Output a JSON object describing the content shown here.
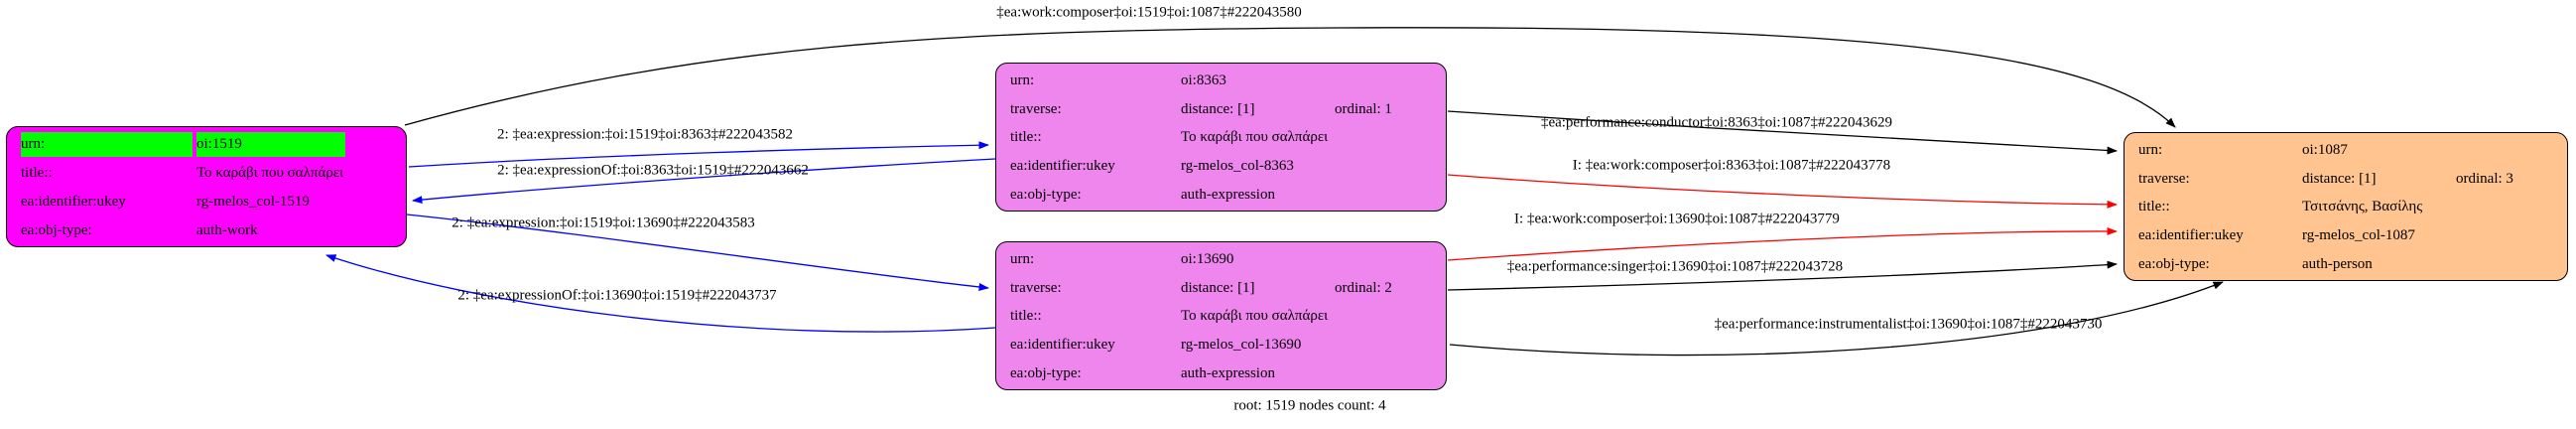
{
  "graph": {
    "footer": "root: 1519 nodes count: 4"
  },
  "colors": {
    "work_fill": "#ff00ff",
    "urn_row_fill": "#00ff00",
    "expression_fill": "#ee86ee",
    "person_fill": "#ffc48f",
    "edge_black": "#000000",
    "edge_blue": "#0000ff",
    "edge_red": "#ff0000"
  },
  "nodes": {
    "work_1519": {
      "fill": "#ff00ff",
      "urn_fill": "#00ff00",
      "rows": [
        {
          "key": "urn:",
          "value": "oi:1519"
        },
        {
          "key": "title::",
          "value": "Το καράβι που σαλπάρει"
        },
        {
          "key": "ea:identifier:ukey",
          "value": "rg-melos_col-1519"
        },
        {
          "key": "ea:obj-type:",
          "value": "auth-work"
        }
      ]
    },
    "expression_8363": {
      "fill": "#ee86ee",
      "rows": [
        {
          "key": "urn:",
          "value": "oi:8363"
        },
        {
          "key": "traverse:",
          "value": "distance: [1]",
          "value2": "ordinal: 1"
        },
        {
          "key": "title::",
          "value": "Το καράβι που σαλπάρει"
        },
        {
          "key": "ea:identifier:ukey",
          "value": "rg-melos_col-8363"
        },
        {
          "key": "ea:obj-type:",
          "value": "auth-expression"
        }
      ]
    },
    "expression_13690": {
      "fill": "#ee86ee",
      "rows": [
        {
          "key": "urn:",
          "value": "oi:13690"
        },
        {
          "key": "traverse:",
          "value": "distance: [1]",
          "value2": "ordinal: 2"
        },
        {
          "key": "title::",
          "value": "Το καράβι που σαλπάρει"
        },
        {
          "key": "ea:identifier:ukey",
          "value": "rg-melos_col-13690"
        },
        {
          "key": "ea:obj-type:",
          "value": "auth-expression"
        }
      ]
    },
    "person_1087": {
      "fill": "#ffc48f",
      "rows": [
        {
          "key": "urn:",
          "value": "oi:1087"
        },
        {
          "key": "traverse:",
          "value": "distance: [1]",
          "value2": "ordinal: 3"
        },
        {
          "key": "title::",
          "value": "Τσιτσάνης, Βασίλης"
        },
        {
          "key": "ea:identifier:ukey",
          "value": "rg-melos_col-1087"
        },
        {
          "key": "ea:obj-type:",
          "value": "auth-person"
        }
      ]
    }
  },
  "edges": [
    {
      "label": "‡ea:work:composer‡oi:1519‡oi:1087‡#222043580",
      "color": "#000000",
      "from": "oi:1519",
      "to": "oi:1087"
    },
    {
      "label": "2: ‡ea:expression:‡oi:1519‡oi:8363‡#222043582",
      "color": "#0000ff",
      "from": "oi:1519",
      "to": "oi:8363"
    },
    {
      "label": "2: ‡ea:expressionOf:‡oi:8363‡oi:1519‡#222043662",
      "color": "#0000ff",
      "from": "oi:8363",
      "to": "oi:1519"
    },
    {
      "label": "2: ‡ea:expression:‡oi:1519‡oi:13690‡#222043583",
      "color": "#0000ff",
      "from": "oi:1519",
      "to": "oi:13690"
    },
    {
      "label": "2: ‡ea:expressionOf:‡oi:13690‡oi:1519‡#222043737",
      "color": "#0000ff",
      "from": "oi:13690",
      "to": "oi:1519"
    },
    {
      "label": "‡ea:performance:conductor‡oi:8363‡oi:1087‡#222043629",
      "color": "#000000",
      "from": "oi:8363",
      "to": "oi:1087"
    },
    {
      "label": "I: ‡ea:work:composer‡oi:8363‡oi:1087‡#222043778",
      "color": "#ff0000",
      "from": "oi:8363",
      "to": "oi:1087"
    },
    {
      "label": "I: ‡ea:work:composer‡oi:13690‡oi:1087‡#222043779",
      "color": "#ff0000",
      "from": "oi:13690",
      "to": "oi:1087"
    },
    {
      "label": "‡ea:performance:singer‡oi:13690‡oi:1087‡#222043728",
      "color": "#000000",
      "from": "oi:13690",
      "to": "oi:1087"
    },
    {
      "label": "‡ea:performance:instrumentalist‡oi:13690‡oi:1087‡#222043730",
      "color": "#000000",
      "from": "oi:13690",
      "to": "oi:1087"
    }
  ]
}
